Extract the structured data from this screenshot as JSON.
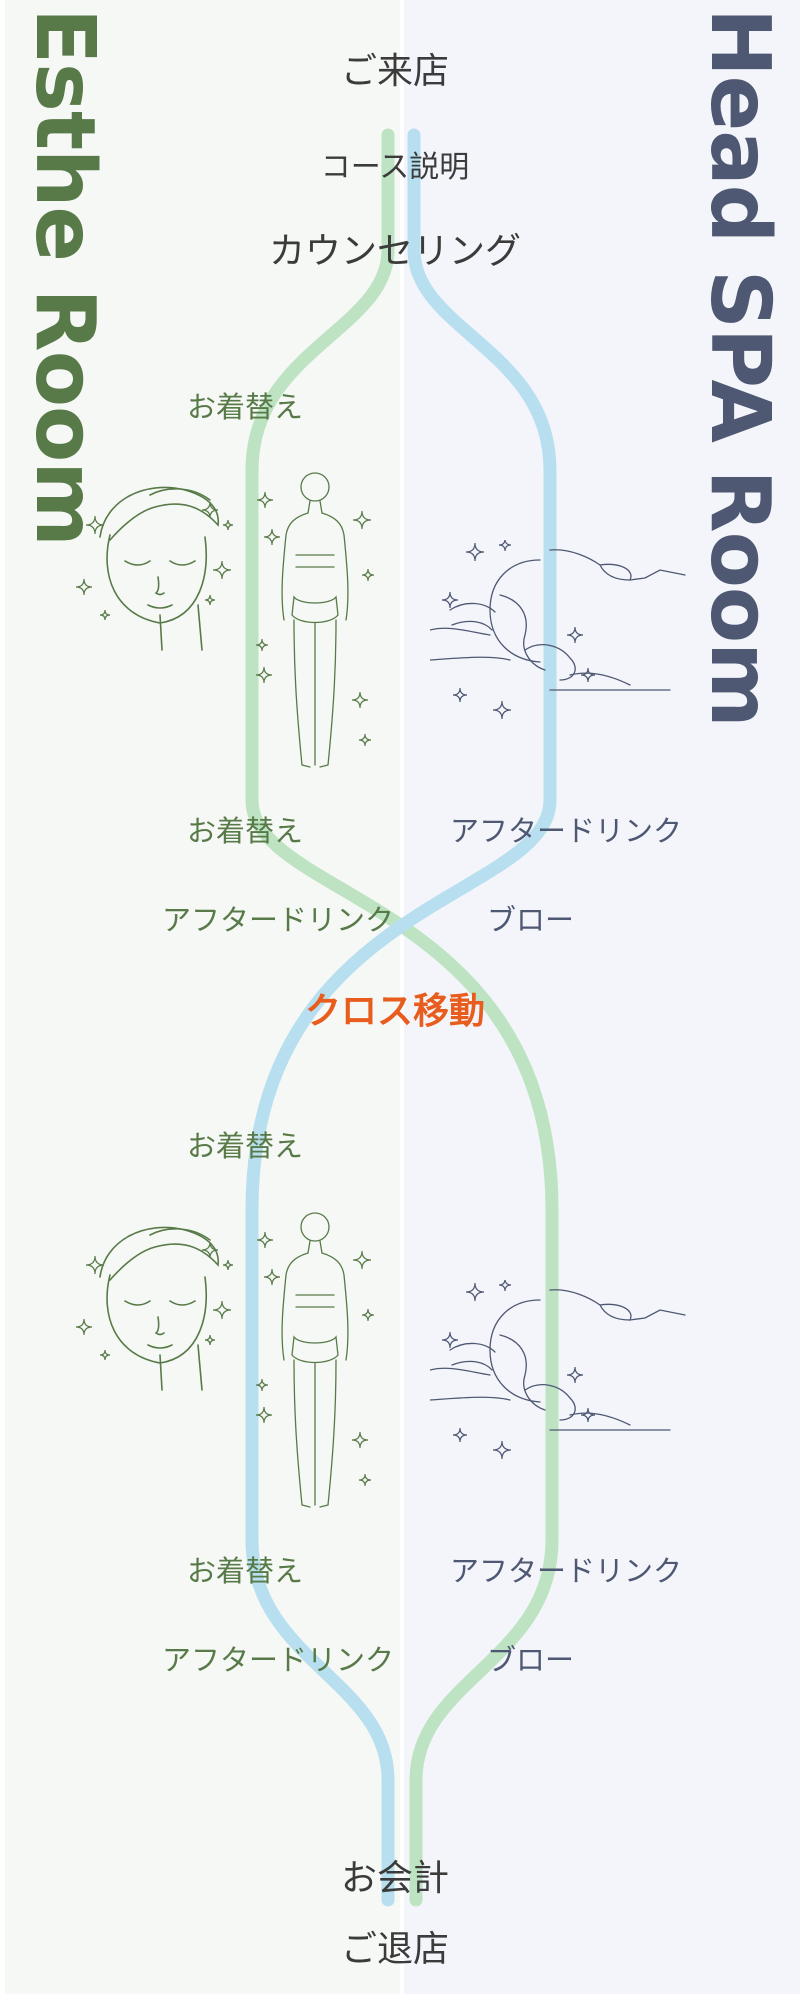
{
  "rooms": {
    "esthe": "Esthe Room",
    "head_spa": "Head SPA Room"
  },
  "steps": {
    "arrival": "ご来店",
    "course_explanation": "コース説明",
    "counseling": "カウンセリング",
    "cross_move": "クロス移動",
    "payment": "お会計",
    "departure": "ご退店"
  },
  "first_half": {
    "esthe_change_before": "お着替え",
    "esthe_change_after": "お着替え",
    "esthe_after_drink": "アフタードリンク",
    "spa_after_drink": "アフタードリンク",
    "spa_blow": "ブロー"
  },
  "second_half": {
    "esthe_change_before": "お着替え",
    "esthe_change_after": "お着替え",
    "esthe_after_drink": "アフタードリンク",
    "spa_after_drink": "アフタードリンク",
    "spa_blow": "ブロー"
  },
  "colors": {
    "esthe_panel": "#f6f8f5",
    "spa_panel": "#f3f5fa",
    "esthe_text": "#587a48",
    "spa_text": "#4f5873",
    "green_path": "#bde3c2",
    "blue_path": "#b7dff0",
    "cross_accent": "#e85d1e"
  },
  "icons": [
    "face-care-icon",
    "body-back-icon",
    "head-spa-massage-icon"
  ]
}
